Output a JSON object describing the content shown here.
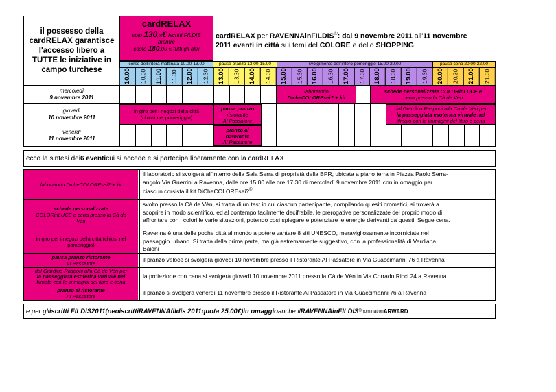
{
  "intro": {
    "line1": "il possesso della",
    "line2": "cardRELAX garantisce",
    "line3": "l'accesso libero a",
    "line4": "TUTTE le iniziative in",
    "line5": "campo turchese"
  },
  "card": {
    "title": "cardRELAX",
    "price_prefix": "solo",
    "price": "130",
    "price_mid": ",00",
    "euro": "€",
    "price_suffix": "iscritti FILDIS",
    "mentre": "mentre",
    "cost_prefix": "costo",
    "cost": "180",
    "cost_suffix": ",00 € tutti gli altri"
  },
  "title": {
    "brand": "cardRELAX",
    "per": " per ",
    "name": "RAVENNAinFILDIS",
    "sup": "©",
    "rest1": ": dal ",
    "from": "9 novembre 2011",
    "all": " all'",
    "to": "11 novembre",
    "line2a": "2011 eventi in città",
    "line2b": " sui temi del ",
    "colore": "COLORE",
    "e_dello": " e dello ",
    "shopping": "SHOPPING"
  },
  "periods": {
    "morning": "corso dell'intera mattinata 10.00-13.00",
    "lunch": "pausa pranzo 13.00-15.00",
    "afternoon": "svolgimento dell'intero pomeriggio 15.00-20.00",
    "dinner": "pausa cena 20.00-22.00"
  },
  "times": [
    "10.00",
    "10.30",
    "11.00",
    "11.30",
    "12.00",
    "12.30",
    "13.00",
    "13.30",
    "14.00",
    "14.30",
    "15.00",
    "15.30",
    "16.00",
    "16.30",
    "17.00",
    "17.30",
    "18.00",
    "18.30",
    "19.00",
    "19.30",
    "20.00",
    "20.30",
    "21.00",
    "21.30"
  ],
  "days": {
    "d1a": "mercoledì",
    "d1b": "9 novembre 2011",
    "d2a": "giovedì",
    "d2b": "10 novembre 2011",
    "d3a": "venerdì",
    "d3b": "11 novembre 2011"
  },
  "grid_events": {
    "lab1": "laboratorio",
    "lab2": "DicheCOLOREsei? + kit",
    "schede1": "schede personalizzate COLORinLUCE e",
    "schede2": "cena presso la Cà de Vèn",
    "giro1": "in giro per i negozi della città",
    "giro2": "(chiusi nel pomeriggio)",
    "pausa1": "pausa pranzo",
    "pausa2": "ristorante",
    "pausa3": "Al Passatore",
    "rasp1": "dal Giardino Rasponi alla Cà de Vèn per",
    "rasp2": "la passeggiata esoterica virtuale nel",
    "rasp3": "filmato con le immagini del libro e cena",
    "pranzo1": "pranzo al ristorante",
    "pranzo2": "Al Passatore"
  },
  "summary": {
    "a": "ecco la sintesi dei ",
    "b": "6 eventi",
    "c": " cui si accede e si partecipa liberamente con la cardRELAX"
  },
  "rows": [
    {
      "label": "laboratorio DicheCOLOREsei? + kit",
      "desc1": "il laboratorio  si svolgerà all'interno della Sala Serra di proprietà della BPR, ubicata a piano terra in Piazza Paolo Serra-",
      "desc2": "angolo Via Guerrini a Ravenna, dalle ore 15.00 alle ore 17.30 di mercoledì 9 novembre 2011 con in omaggio per",
      "desc3": "ciascun corsista il kit DiCheCOLOREsei?",
      "desc4": ""
    },
    {
      "label1": "schede personalizzate",
      "label2": "COLORinLUCE e cena presso la Cà de",
      "label3": "Vèn",
      "desc1": "svolto presso la Cà de Vèn, si tratta di un test in cui ciascun partecipante, compilando quesiti cromatici, si troverà a",
      "desc2": "scoprire in modo scientifico, ed al contempo facilmente decifrabile, le prerogative personalizzate del proprio modo di",
      "desc3": "affrontare con i colori le varie situazioni, potendo così spiegare e potenziare le energie derivanti da questi. Segue cena."
    },
    {
      "label1": "in giro per i negozi della città (chiusi nel",
      "label2": "pomeriggio)",
      "desc1": "Ravenna è una delle poche città al mondo a potere vantare 8 siti UNESCO, meravigliosamente incorniciate nel",
      "desc2": "paesaggio urbano. Si tratta della prima parte, ma già estremamente suggestivo, con la professionalità di Verdiana",
      "desc3": "Baioni"
    },
    {
      "label1": "pausa pranzo ristorante",
      "label2": "Al Passatore",
      "desc1": "il pranzo veloce si svolgerà giovedì 10 novembre presso il Ristorante Al Passatore in Via Guaccimanni 76 a Ravenna"
    },
    {
      "label1": "dal Giardino Rasponi alla Cà de Vèn per",
      "label2": "la passeggiata esoterica virtuale nel",
      "label3": "filmato con le immagini del libro e cena",
      "desc1": "la proiezione con cena si svolgerà giovedì 10 novembre 2011 presso la Cà de Vèn in Via Corrado Ricci 24 a Ravenna"
    },
    {
      "label1": "pranzo al ristorante",
      "label2": "Al Passatore",
      "desc1": "il pranzo si svolgerà venerdì 11 novembre presso il Ristorante Al Passatore in Via Guaccimanni 76 a Ravenna"
    }
  ],
  "footer": {
    "a": "e per gli ",
    "b": "iscritti FILDiS2011",
    "c": " (neoiscritti ",
    "d": "RAVENNAfildis 2011",
    "e": " quota 25,00€) ",
    "f": "in omaggio",
    "g": " anche il ",
    "h": "RAVENNAinFILDIS",
    "sup": "©",
    "i": "nomination",
    "j": "ARWARD"
  }
}
